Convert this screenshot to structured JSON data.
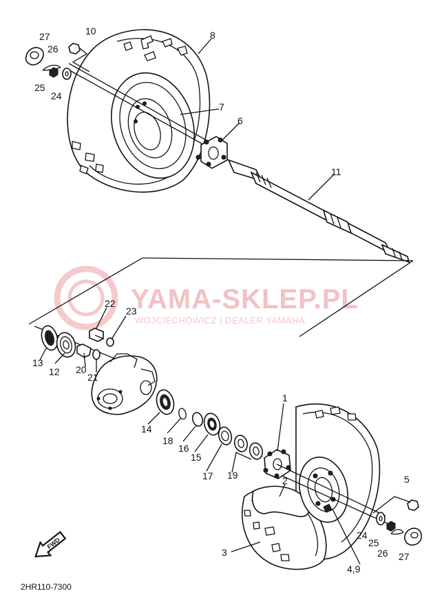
{
  "watermark": {
    "title": "YAMA-SKLEP.PL",
    "subtitle": "WOJCIECHOWICZ | DEALER YAMAHA",
    "color": "#f2c2c2"
  },
  "diagram_code": "2HR110-7300",
  "fwd_label": "FWD",
  "callouts": {
    "p1": "1",
    "p2": "2",
    "p3": "3",
    "p4_9": "4,9",
    "p5": "5",
    "p6": "6",
    "p7": "7",
    "p8": "8",
    "p10": "10",
    "p11": "11",
    "p12": "12",
    "p13": "13",
    "p14": "14",
    "p15": "15",
    "p16": "16",
    "p17": "17",
    "p18": "18",
    "p19": "19",
    "p20": "20",
    "p21": "21",
    "p22": "22",
    "p23": "23",
    "p24a": "24",
    "p25a": "25",
    "p26a": "26",
    "p27a": "27",
    "p24b": "24",
    "p25b": "25",
    "p26b": "26",
    "p27b": "27"
  }
}
